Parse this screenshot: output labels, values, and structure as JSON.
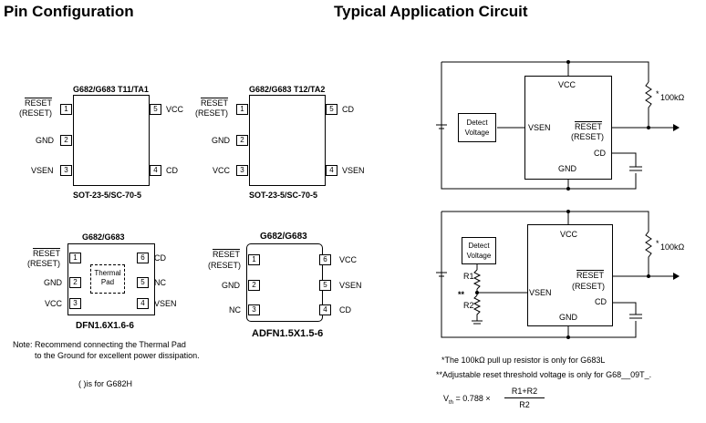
{
  "headings": {
    "pin_config": "Pin Configuration",
    "app_circuit": "Typical Application Circuit"
  },
  "pkg1": {
    "title": "G682/G683 T11/TA1",
    "footer": "SOT-23-5/SC-70-5",
    "pins": [
      {
        "label": "RESET",
        "sub": "(RESET)",
        "num": "1"
      },
      {
        "label": "GND",
        "num": "2"
      },
      {
        "label": "VSEN",
        "num": "3"
      },
      {
        "label": "CD",
        "num": "4"
      },
      {
        "label": "VCC",
        "num": "5"
      }
    ]
  },
  "pkg2": {
    "title": "G682/G683 T12/TA2",
    "footer": "SOT-23-5/SC-70-5",
    "pins": [
      {
        "label": "RESET",
        "sub": "(RESET)",
        "num": "1"
      },
      {
        "label": "GND",
        "num": "2"
      },
      {
        "label": "VCC",
        "num": "3"
      },
      {
        "label": "VSEN",
        "num": "4"
      },
      {
        "label": "CD",
        "num": "5"
      }
    ]
  },
  "pkg3": {
    "title": "G682/G683",
    "footer": "DFN1.6X1.6-6",
    "pad_line1": "Thermal",
    "pad_line2": "Pad",
    "pins": [
      {
        "label": "RESET",
        "sub": "(RESET)",
        "num": "1"
      },
      {
        "label": "GND",
        "num": "2"
      },
      {
        "label": "VCC",
        "num": "3"
      },
      {
        "label": "VSEN",
        "num": "4"
      },
      {
        "label": "NC",
        "num": "5"
      },
      {
        "label": "CD",
        "num": "6"
      }
    ]
  },
  "pkg4": {
    "title": "G682/G683",
    "footer": "ADFN1.5X1.5-6",
    "pins": [
      {
        "label": "RESET",
        "sub": "(RESET)",
        "num": "1"
      },
      {
        "label": "GND",
        "num": "2"
      },
      {
        "label": "NC",
        "num": "3"
      },
      {
        "label": "CD",
        "num": "4"
      },
      {
        "label": "VSEN",
        "num": "5"
      },
      {
        "label": "VCC",
        "num": "6"
      }
    ]
  },
  "notes": {
    "line1": "Note: Recommend connecting the Thermal Pad",
    "line2": "to the Ground for excellent power dissipation.",
    "line3": "( )is for G682H"
  },
  "circuit1": {
    "detect1": "Detect",
    "detect2": "Voltage",
    "vcc": "VCC",
    "vsen": "VSEN",
    "reset": "RESET",
    "reset_sub": "(RESET)",
    "cd": "CD",
    "gnd": "GND",
    "res": "100kΩ",
    "star": "*"
  },
  "circuit2": {
    "detect1": "Detect",
    "detect2": "Voltage",
    "vcc": "VCC",
    "vsen": "VSEN",
    "reset": "RESET",
    "reset_sub": "(RESET)",
    "cd": "CD",
    "gnd": "GND",
    "res": "100kΩ",
    "star": "*",
    "r1": "R1",
    "r2": "R2",
    "dstar": "**"
  },
  "footnotes": {
    "f1_mark": "*",
    "f1": "The 100kΩ pull up resistor is only for G683L",
    "f2_mark": "**",
    "f2": "Adjustable reset threshold voltage is only for G68__09T_.",
    "eq_lhs": "V",
    "eq_sub": "th",
    "eq_mid": "= 0.788 ×",
    "eq_num": "R1+R2",
    "eq_den": "R2"
  }
}
